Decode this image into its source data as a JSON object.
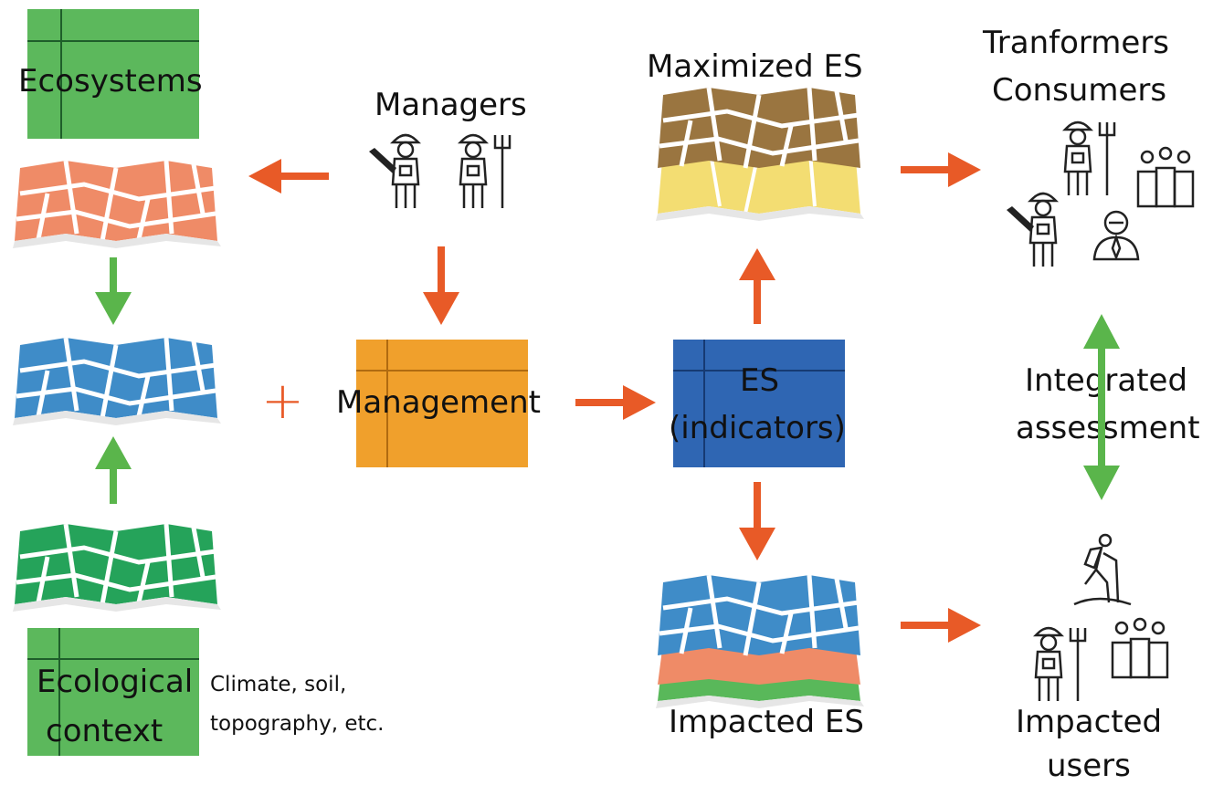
{
  "nodes": {
    "ecosystems": "Ecosystems",
    "managers": "Managers",
    "maximized_es": "Maximized ES",
    "transformers_line1": "Tranformers",
    "transformers_line2": "Consumers",
    "management": "Management",
    "es_line1": "ES",
    "es_line2": "(indicators)",
    "integrated_line1": "Integrated",
    "integrated_line2": "assessment",
    "ecological_line1": "Ecological",
    "ecological_line2": "context",
    "context_note_line1": "Climate, soil,",
    "context_note_line2": "topography, etc.",
    "impacted_es": "Impacted ES",
    "impacted_users_line1": "Impacted",
    "impacted_users_line2": "users",
    "plus_sign": "+"
  },
  "colors": {
    "green_box": "#5cb85c",
    "green_box_line": "#1e5e2a",
    "orange_box": "#f0a02c",
    "orange_box_line": "#b06a10",
    "blue_box": "#2f66b3",
    "blue_box_line": "#163a73",
    "arrow_orange": "#e85a27",
    "arrow_green": "#5ab54b",
    "map_salmon": "#ef8b67",
    "map_blue": "#3f8cc8",
    "map_green": "#25a35a",
    "map_brown": "#9a7540",
    "map_yellow": "#f3dd72",
    "map_paper": "#e6e6e6"
  },
  "icons": [
    "map-salmon-icon",
    "map-blue-icon",
    "map-green-icon",
    "map-brown-icon",
    "map-layered-icon",
    "farmer-chainsaw-icon",
    "farmer-pitchfork-icon",
    "group-people-icon",
    "businessman-icon",
    "hiker-icon"
  ]
}
